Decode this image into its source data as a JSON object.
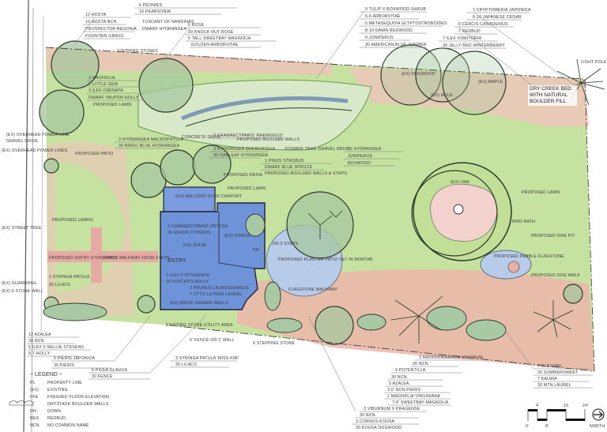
{
  "colors": {
    "lawn": "#b9dc8f",
    "bed": "#e8b1a8",
    "house": "#6f93d8",
    "patio": "#b8cbe9",
    "tree": "#9fbf9a",
    "outline": "#2d3a2a"
  },
  "labels": {
    "tl": [
      "12 Hosta",
      "10 Hosta NCN",
      "Prospector Begonia",
      "Fountain Grass",
      "Stepping Stones",
      "6 Peonies",
      "16 Pearsonia",
      "Tuscany Of Nandinas",
      "Dwarf Hydrangea",
      "6 Rose",
      "30 Knock Out Rose",
      "5 Tall Sweetbay Magnolia",
      "Golden Arborvitae",
      "3 Magnolia",
      "3 Little Gem",
      "3 Ilex Crenata",
      "Dwarf Yaupon Holly",
      "Proposed Lawn"
    ],
    "tr": [
      "9 Tulip x Boxwood Shrub",
      "5-6 Arborvitae",
      "5 Metasequoia Glyptostroboides",
      "8-10 Dawn Redwood",
      "9 Juniperus",
      "30 American Blue Juniper",
      "1 Cryptomeria Japonica",
      "6-10 Japanese Cedar",
      "6 Cercis Canadensis",
      "7 Redbud",
      "7 Ilex Vomitoria",
      "30 Jelly Red Winterberry",
      "(Ex) Dogwood",
      "(Ex) Maple",
      "(Ex) Mule",
      "Dry Creek Bed With Natural Boulder Fill",
      "Light Pole"
    ],
    "mid": [
      "Proposed Boulder Walls",
      "(Ex) Overhead Power Line",
      "Gravel Drive",
      "3 Hydrangea Macrophylla",
      "30 Nikko Blue Hydrangea",
      "Proposed Patio",
      "Concrete Drive",
      "3 Chamaecyparis 'Rheingold'",
      "3 Hydrangea Quercifolia",
      "30 Oakleaf Hydrangea",
      "Proposed Drive",
      "Proposed Lawn",
      "Zoomer Trail Gravel Drive",
      "1 Pinus Strobus",
      "Dwarf Blue Spruce",
      "Proposed Boulder Walls & Steps",
      "16 Hydrangea",
      "Juniperus",
      "Boxwood",
      "(Ex) Oak",
      "Proposed Lawn",
      "Bird Bath",
      "Proposed Fire Pit",
      "Proposed Pebble Flagstone",
      "Proposed Dog Walk",
      "Proposed Lawns",
      "Proposed Entry Stone Path",
      "Brick Walkway From Steps"
    ],
    "house": [
      "(Ex) Balcony Over Carport",
      "3 Chamaecyparis Obtusa",
      "30 Hinoki Cypress",
      "FFE 304.85",
      "Entry",
      "(Ex) Porch",
      "DN",
      "DN 3 Steps",
      "Proposed Planter Patio Set in Mortar",
      "Flagstone Walkway",
      "3 Ilex x Attenuata",
      "30 Foster's Holly",
      "3 Prunus Laurocerasus",
      "7 Otto Luyken Laurel",
      "(Ex) Brick Veneer Walls"
    ],
    "bl": [
      "12 Azalea",
      "30 NCN",
      "5 Ilex x Nellie Stevens",
      "6-7 Holly",
      "5 Pieris Japonica",
      "30 Pieris",
      "3 Syringa Patula",
      "30 Lilacs",
      "6 Picea Glauca",
      "30 Fence",
      "6' Fence on 2' Wall",
      "Existing Stone Utility Area",
      "6 Stepping Stone",
      "3 Syringa Patula 'Miss Kim'",
      "30 Lilacs"
    ],
    "br": [
      "3 Rhododendron Maximum",
      "30 NCN",
      "9 Potentilla",
      "30 NCN",
      "5 Azalea",
      "3.0' NCN Pieris",
      "1 Magnolia Virginiana",
      "7-8' Sweetbay Magnolia",
      "3 Viburnum x Pragense",
      "30 NCN",
      "3 Cornus Kousa",
      "30 Kousa Dogwood",
      "7 Clethra",
      "30 Summersweet",
      "7 Kalmia",
      "30 Mtn Laurel"
    ],
    "left": [
      "(Ex) Overhead Power Lines",
      "(Ex) Street Tree",
      "(Ex) Guardrail",
      "(Ex) 6 Stone Wall"
    ]
  },
  "legend": {
    "title": "~ Legend ~",
    "items": [
      {
        "symbol": "PL",
        "text": "Property Line"
      },
      {
        "symbol": "(EX)",
        "text": "Existing"
      },
      {
        "symbol": "FFE",
        "text": "Finished Floor Elevation"
      },
      {
        "symbol": "",
        "text": "Drystack Boulder Walls"
      },
      {
        "symbol": "DN",
        "text": "Down"
      },
      {
        "symbol": "RES",
        "text": "Redbud"
      },
      {
        "symbol": "NCN",
        "text": "No Common Name"
      }
    ]
  },
  "scale": {
    "ticks": [
      "0'",
      "4'",
      "8'",
      "16",
      "24'"
    ],
    "north": "North"
  }
}
